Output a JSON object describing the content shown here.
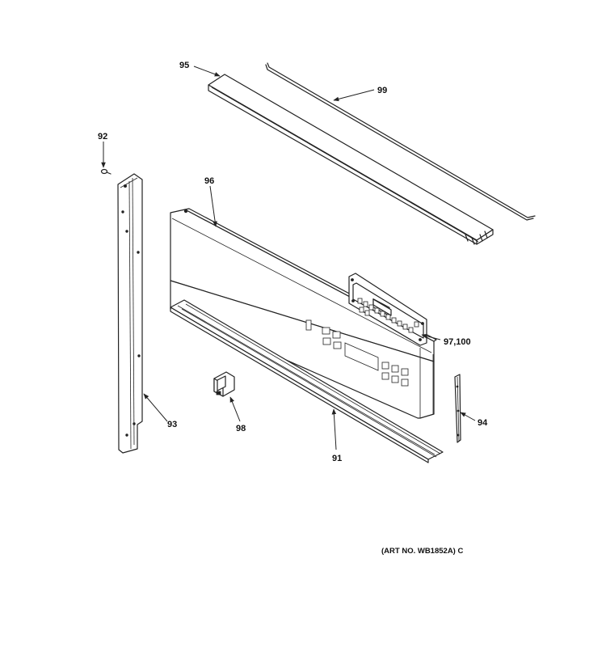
{
  "callouts": {
    "c95": "95",
    "c99": "99",
    "c92": "92",
    "c96": "96",
    "c97_100": "97,100",
    "c93": "93",
    "c98": "98",
    "c91": "91",
    "c94": "94"
  },
  "art_number": "(ART NO. WB1852A) C"
}
